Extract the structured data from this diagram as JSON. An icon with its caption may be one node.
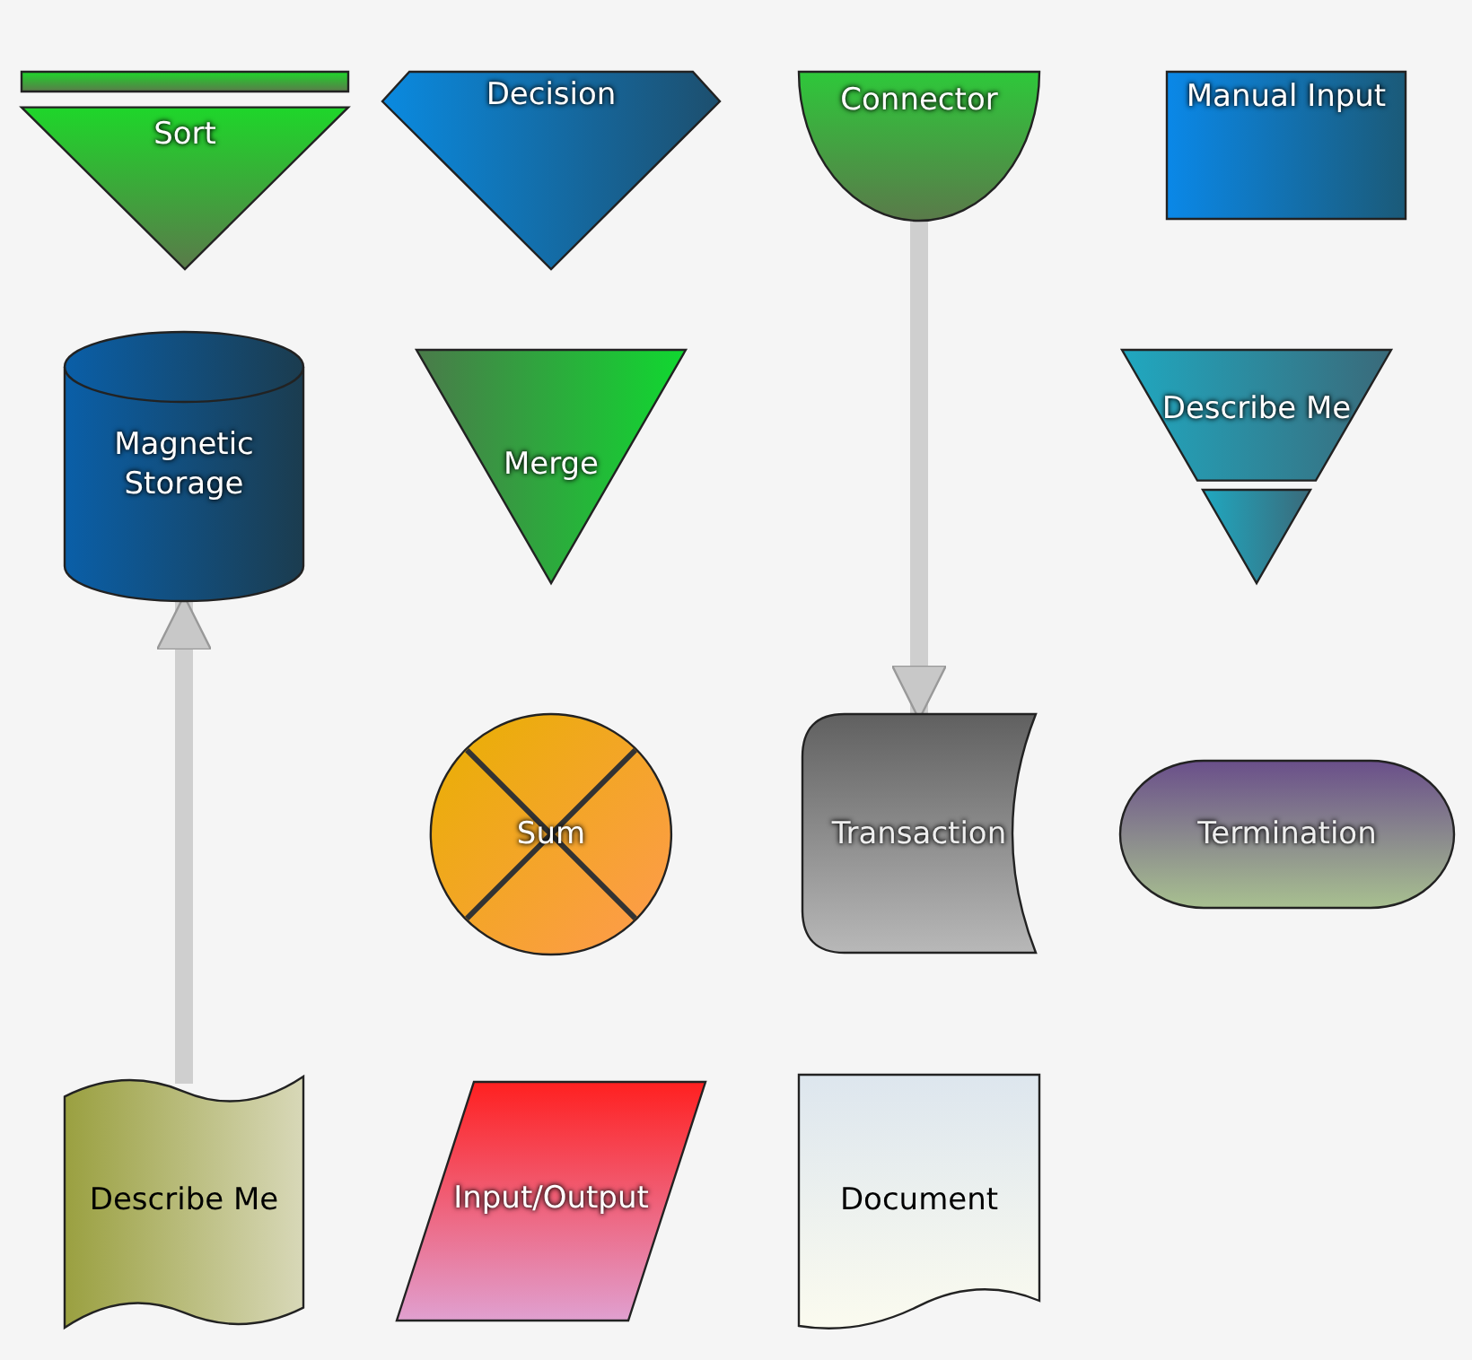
{
  "diagram": {
    "nodes": [
      {
        "text": [
          "Sort"
        ]
      },
      {
        "text": [
          "Decision"
        ]
      },
      {
        "text": [
          "Connector"
        ]
      },
      {
        "text": [
          "Manual Input"
        ]
      },
      {
        "text": [
          "Magnetic Storage"
        ]
      },
      {
        "text": [
          "Merge"
        ]
      },
      {
        "text": [
          "Describe Me"
        ]
      },
      {
        "text": [
          "Sum"
        ]
      },
      {
        "text": [
          "Transaction"
        ]
      },
      {
        "text": [
          "Termination"
        ]
      },
      {
        "text": [
          "Describe Me"
        ]
      },
      {
        "text": [
          "Input/Output"
        ]
      },
      {
        "text": [
          "Document"
        ]
      }
    ],
    "edges": [
      {
        "from": 2,
        "to": 8,
        "arrow": "to"
      },
      {
        "from": 10,
        "to": 4,
        "arrow": "to"
      }
    ]
  }
}
